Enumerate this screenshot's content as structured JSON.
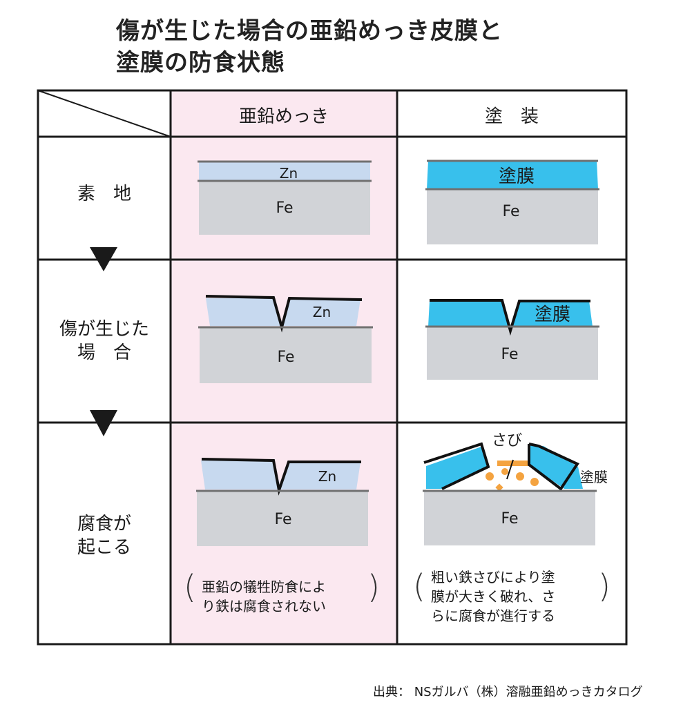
{
  "title": {
    "line1": "傷が生じた場合の亜鉛めっき皮膜と",
    "line2": "塗膜の防食状態"
  },
  "columns": {
    "zinc": "亜鉛めっき",
    "paint": "塗　装"
  },
  "rows": {
    "base": "素　地",
    "scratched_line1": "傷が生じた",
    "scratched_line2": "場　合",
    "corrosion_line1": "腐食が",
    "corrosion_line2": "起こる"
  },
  "layers": {
    "zn": "Zn",
    "fe": "Fe",
    "coating": "塗膜",
    "rust": "さび"
  },
  "notes": {
    "zinc_line1": "亜鉛の犠牲防食によ",
    "zinc_line2": "り鉄は腐食されない",
    "paint_line1": "粗い鉄さびにより塗",
    "paint_line2": "膜が大きく破れ、さ",
    "paint_line3": "らに腐食が進行する"
  },
  "source": "出典： NSガルバ（株）溶融亜鉛めっきカタログ",
  "colors": {
    "zinc_column_bg": "#fbe8f0",
    "zinc_layer": "#c7d9ef",
    "coating_layer": "#38c0ec",
    "iron": "#d1d3d7",
    "rust": "#f4a340",
    "border": "#1a1a1a"
  }
}
